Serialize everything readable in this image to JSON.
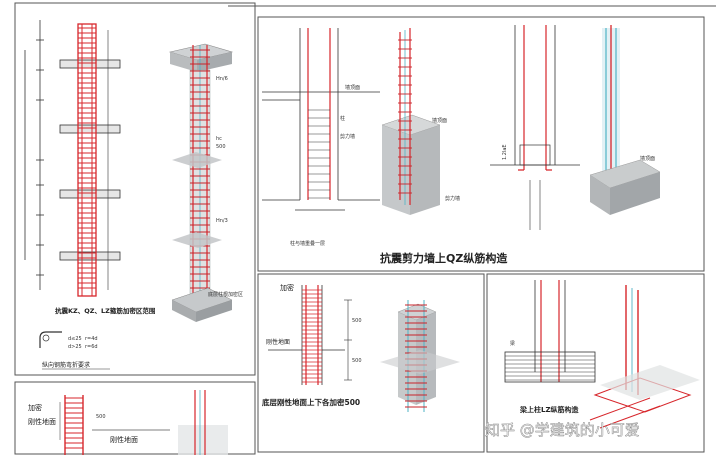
{
  "captions": {
    "wall_column": "抗震剪力墙上QZ纵筋构造",
    "ground_level": "底层刚性地面上下各加密500",
    "beam_column": "梁上柱LZ纵筋构造",
    "kz_range": "抗震KZ、QZ、LZ箍筋加密区范围",
    "bend_requirement": "纵向钢筋弯折要求"
  },
  "labels": {
    "jiami": "加密",
    "rigid_ground": "刚性地面",
    "rigid_ground_b": "刚性地面",
    "jiami_b": "加密",
    "rigid_ground_c": "刚性地面",
    "dim_500": "500",
    "dim_500_b": "500",
    "dim_500_c": "500",
    "bend_d25": "d≤25",
    "bend_d28": "d>25",
    "bend_r4d": "r=4d",
    "bend_r6d": "r=6d",
    "hn6": "Hn/6",
    "hc": "hc",
    "dim_500_d": "500",
    "hn3": "Hn/3",
    "ground_col_label": "底层柱根加密区",
    "wall_top": "墙顶面",
    "shear_wall": "剪力墙",
    "column": "柱",
    "shear_wall_b": "剪力墙",
    "wall_top_b": "墙顶面",
    "same_as_column": "柱与墙重叠一层",
    "la12": "1.2laE",
    "beam": "梁",
    "wall_face": "墙顶面"
  },
  "watermark": "知乎 @学建筑的小可爱",
  "colors": {
    "rebar_red": "#d7262b",
    "stirrup_red": "#c8232a",
    "concrete_gray": "#b9bcbe",
    "cyan_bar": "#4fb3c6",
    "line": "#333333"
  }
}
